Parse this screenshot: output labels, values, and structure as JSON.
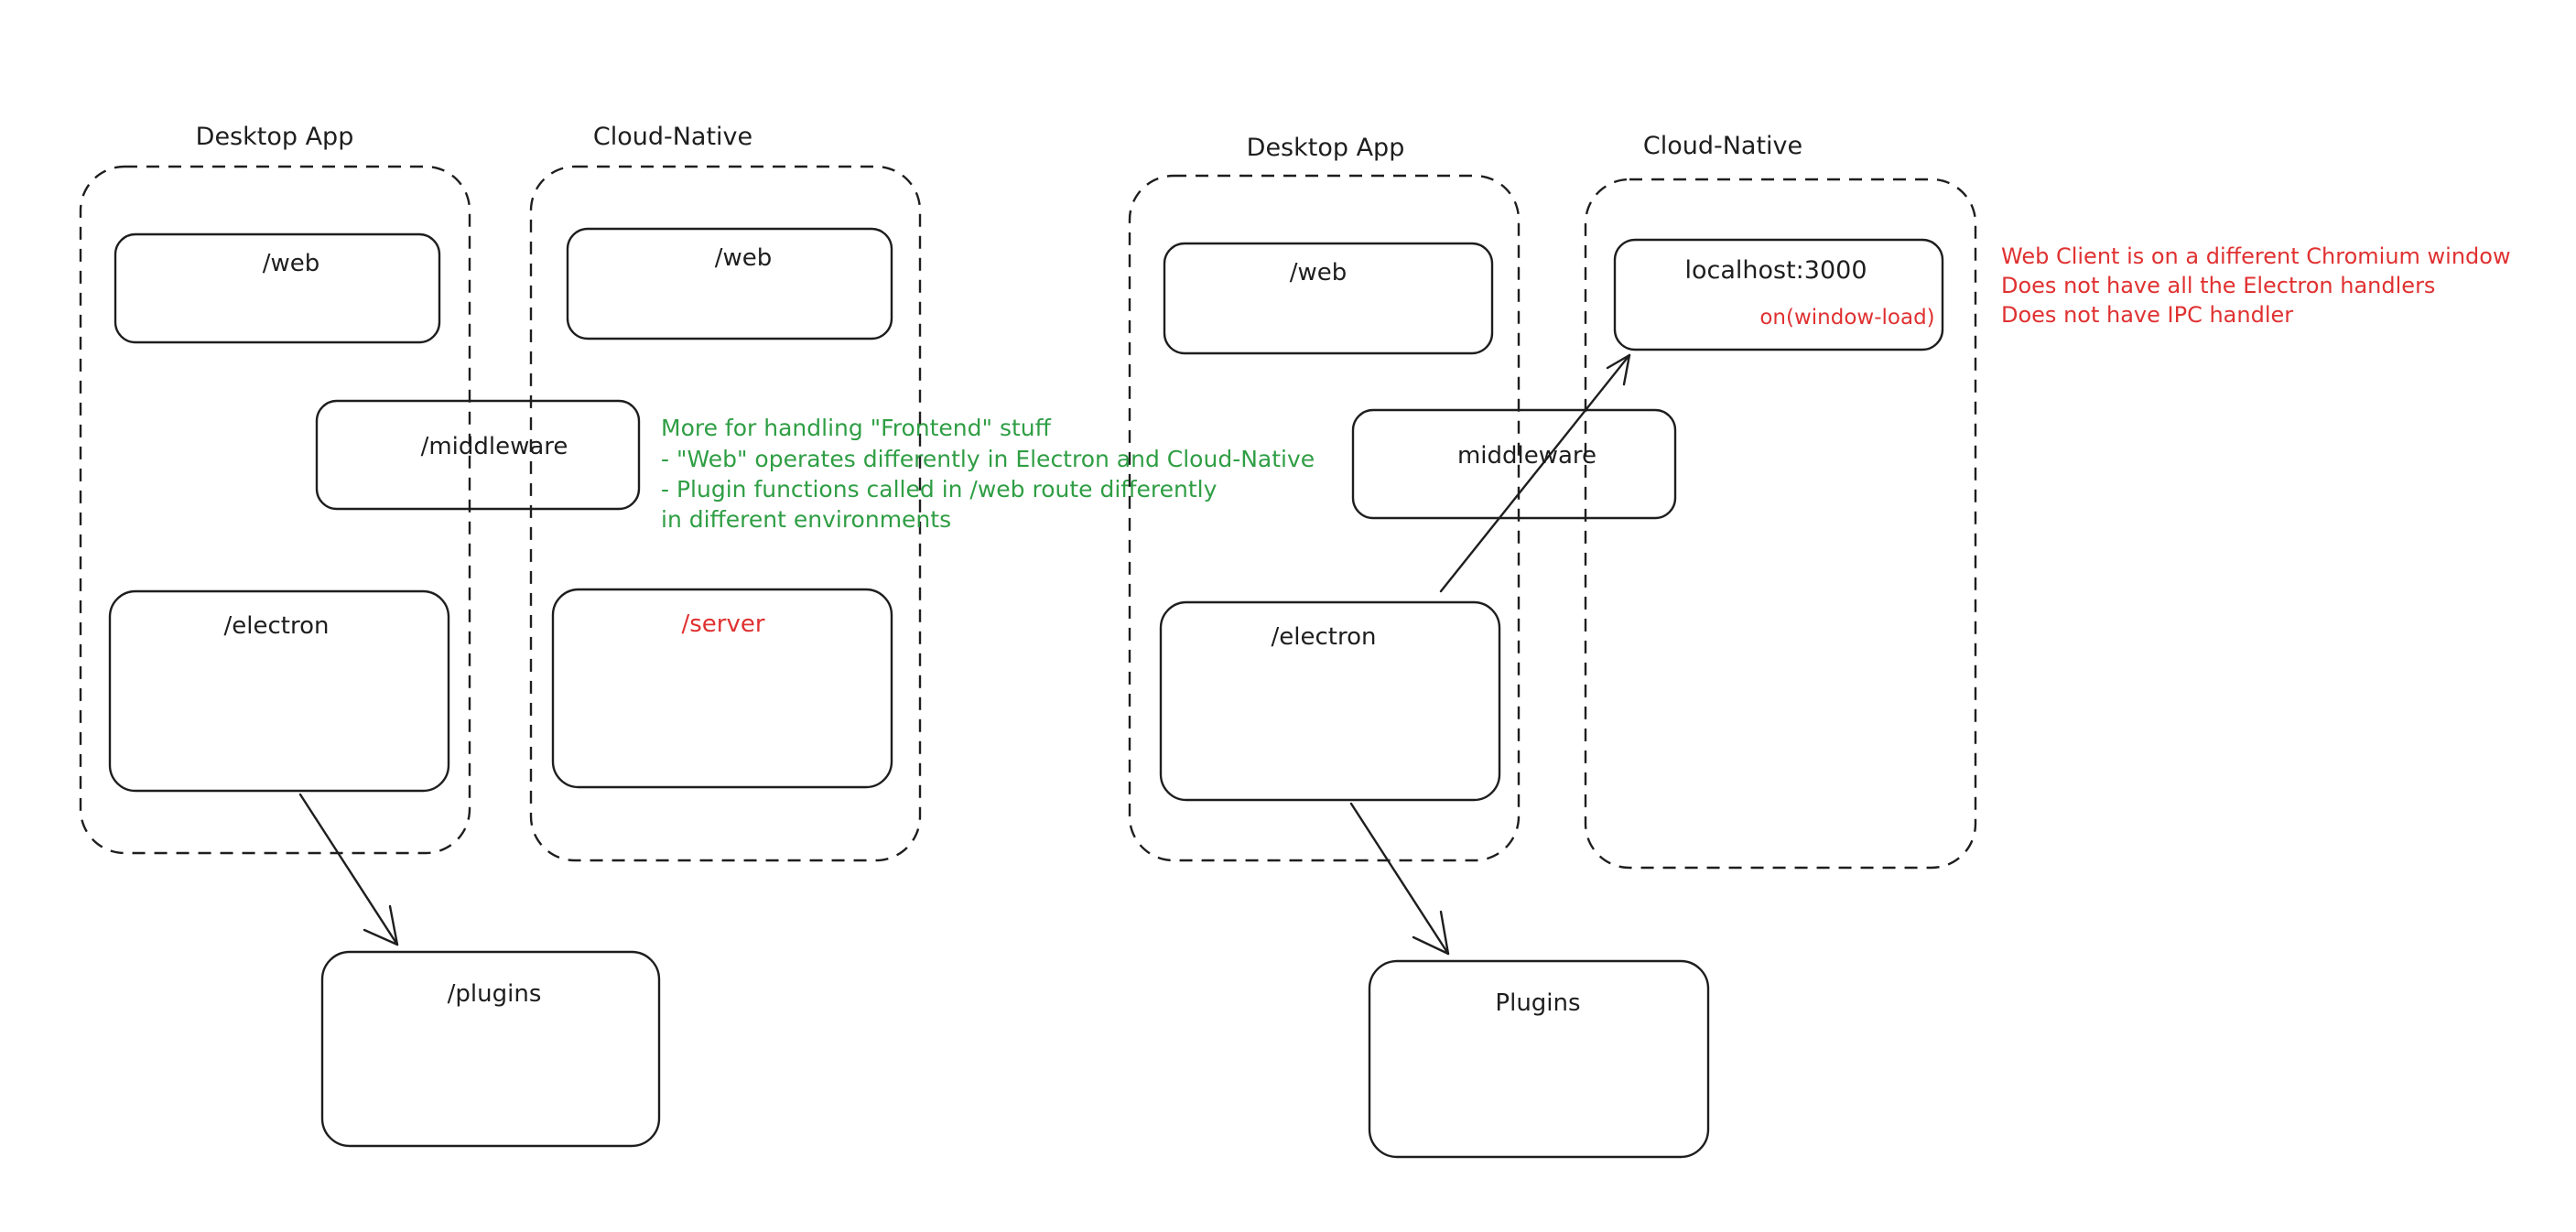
{
  "left": {
    "desktop_title": "Desktop App",
    "cloud_title": "Cloud-Native",
    "desktop_web": "/web",
    "cloud_web": "/web",
    "middleware": "/middleware",
    "electron": "/electron",
    "server": "/server",
    "plugins": "/plugins"
  },
  "note_green": {
    "line1": "More for handling \"Frontend\" stuff",
    "line2": "- \"Web\" operates differently in Electron and Cloud-Native",
    "line3": "- Plugin functions called in /web route differently",
    "line4": "in different environments"
  },
  "right": {
    "desktop_title": "Desktop App",
    "cloud_title": "Cloud-Native",
    "desktop_web": "/web",
    "localhost": "localhost:3000",
    "window_load": "on(window-load)",
    "middleware": "middleware",
    "electron": "/electron",
    "plugins": "Plugins"
  },
  "note_red": {
    "line1": "Web Client is on a different Chromium window",
    "line2": "Does not have all the Electron handlers",
    "line3": "Does not have IPC handler"
  },
  "colors": {
    "stroke": "#1e1e1e",
    "red": "#e03131",
    "green": "#2f9e44",
    "background": "#ffffff"
  }
}
